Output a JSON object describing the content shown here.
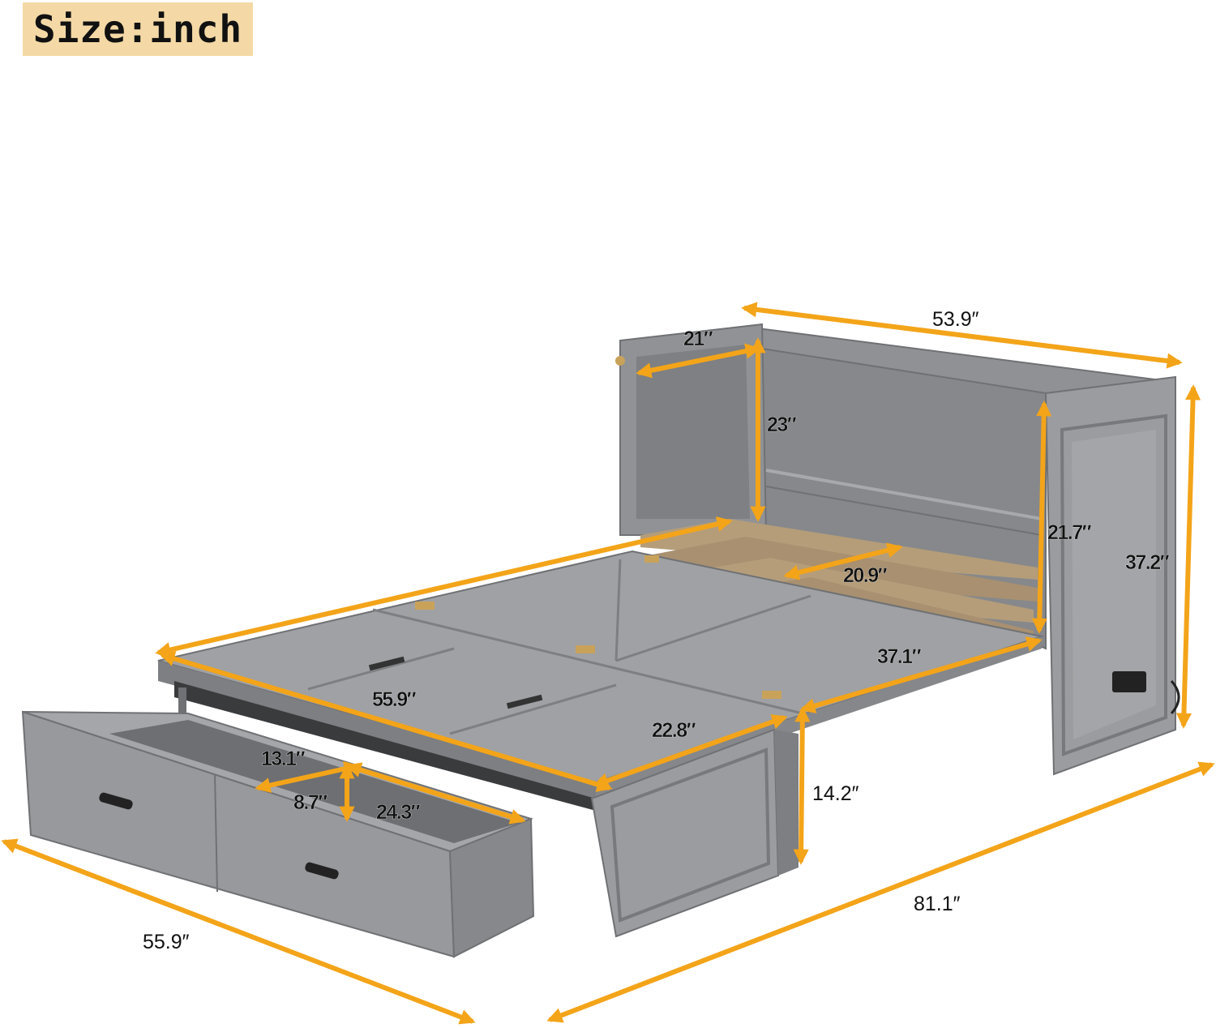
{
  "header": {
    "size_label": "Size:inch"
  },
  "colors": {
    "arrow": "#f3a419",
    "frame": "#8f9194",
    "frame_dark": "#6f7174",
    "frame_light": "#a7a9ac",
    "slat": "#b59d7a",
    "tag_bg": "#f4d9a6"
  },
  "dimensions": {
    "cabinet_width": "53.9″",
    "side_depth": "21″",
    "side_upper_height": "23″",
    "headboard_height": "21.7″",
    "total_height": "37.2″",
    "slat_depth": "20.9″",
    "bed_width": "37.1″",
    "bed_length_top": "55.9″",
    "leg_depth": "22.8″",
    "leg_height": "14.2″",
    "drawer_inner_width": "13.1″",
    "drawer_inner_height": "8.7″",
    "drawer_inner_depth": "24.3″",
    "drawer_length": "55.9″",
    "total_length": "81.1″"
  }
}
